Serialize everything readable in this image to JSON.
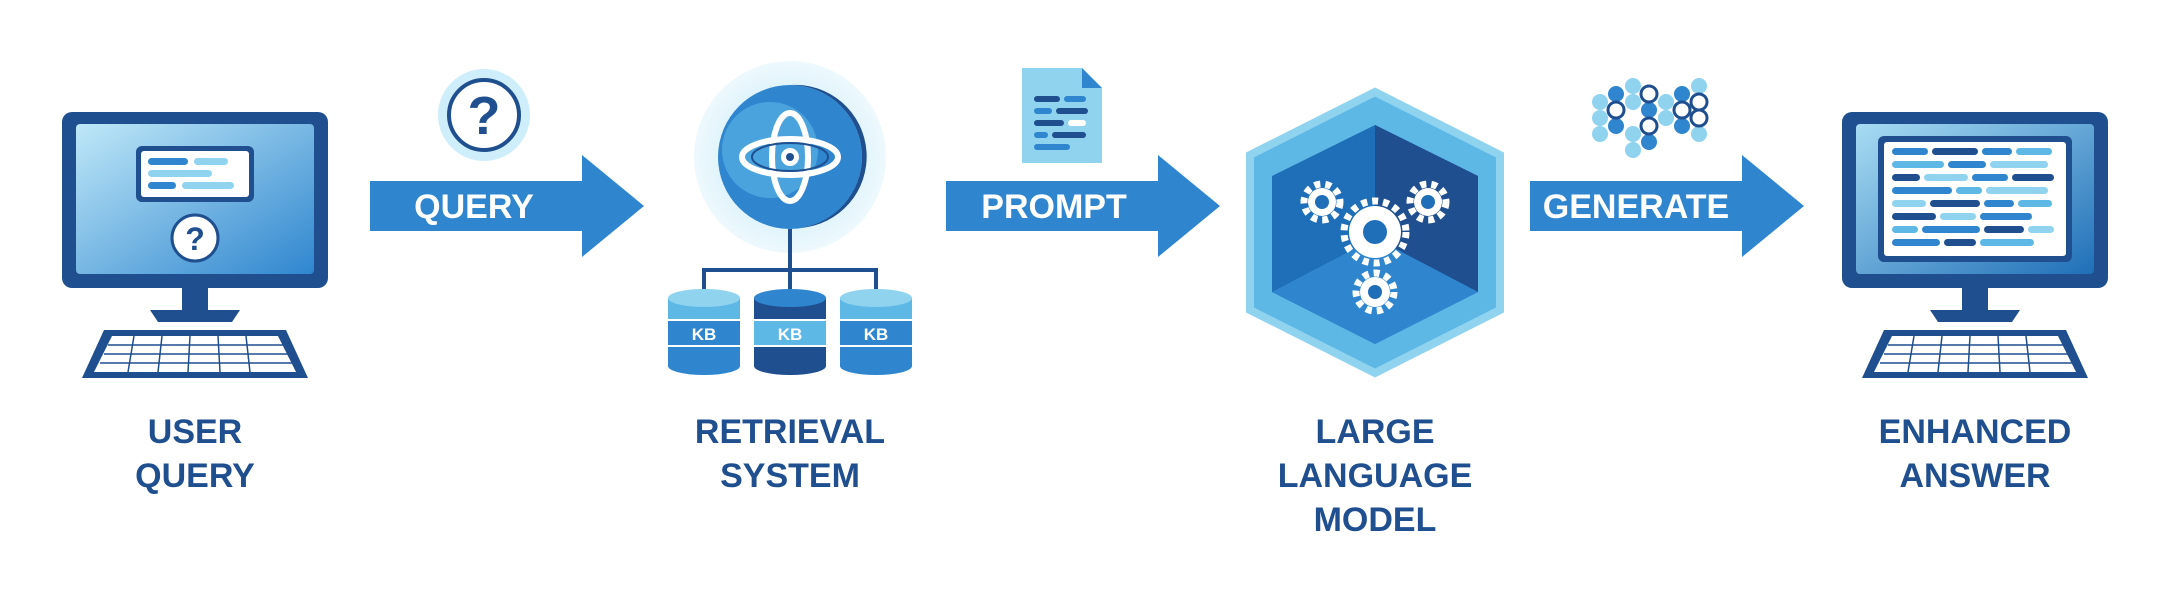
{
  "stages": [
    {
      "id": "user-query",
      "lines": [
        "USER",
        "QUERY"
      ]
    },
    {
      "id": "retrieval-system",
      "lines": [
        "RETRIEVAL",
        "SYSTEM"
      ]
    },
    {
      "id": "large-language-model",
      "lines": [
        "LARGE",
        "LANGUAGE",
        "MODEL"
      ]
    },
    {
      "id": "enhanced-answer",
      "lines": [
        "ENHANCED",
        "ANSWER"
      ]
    }
  ],
  "arrows": [
    {
      "id": "query",
      "label": "QUERY"
    },
    {
      "id": "prompt",
      "label": "PROMPT"
    },
    {
      "id": "generate",
      "label": "GENERATE"
    }
  ],
  "kb_labels": [
    "KB",
    "KB",
    "KB"
  ],
  "icons": {
    "user_query": "computer-with-question-icon",
    "query_bubble": "question-mark-icon",
    "retrieval": "atom-sphere-icon",
    "prompt": "document-icon",
    "llm": "gear-cube-icon",
    "generate": "token-chain-icon",
    "answer": "computer-with-text-icon"
  },
  "colors": {
    "dark_blue": "#1f4f8f",
    "mid_blue": "#2f7fc7",
    "arrow_blue": "#2f86cf",
    "light_blue": "#8fd3ef",
    "pale_blue": "#d8f1fb"
  }
}
